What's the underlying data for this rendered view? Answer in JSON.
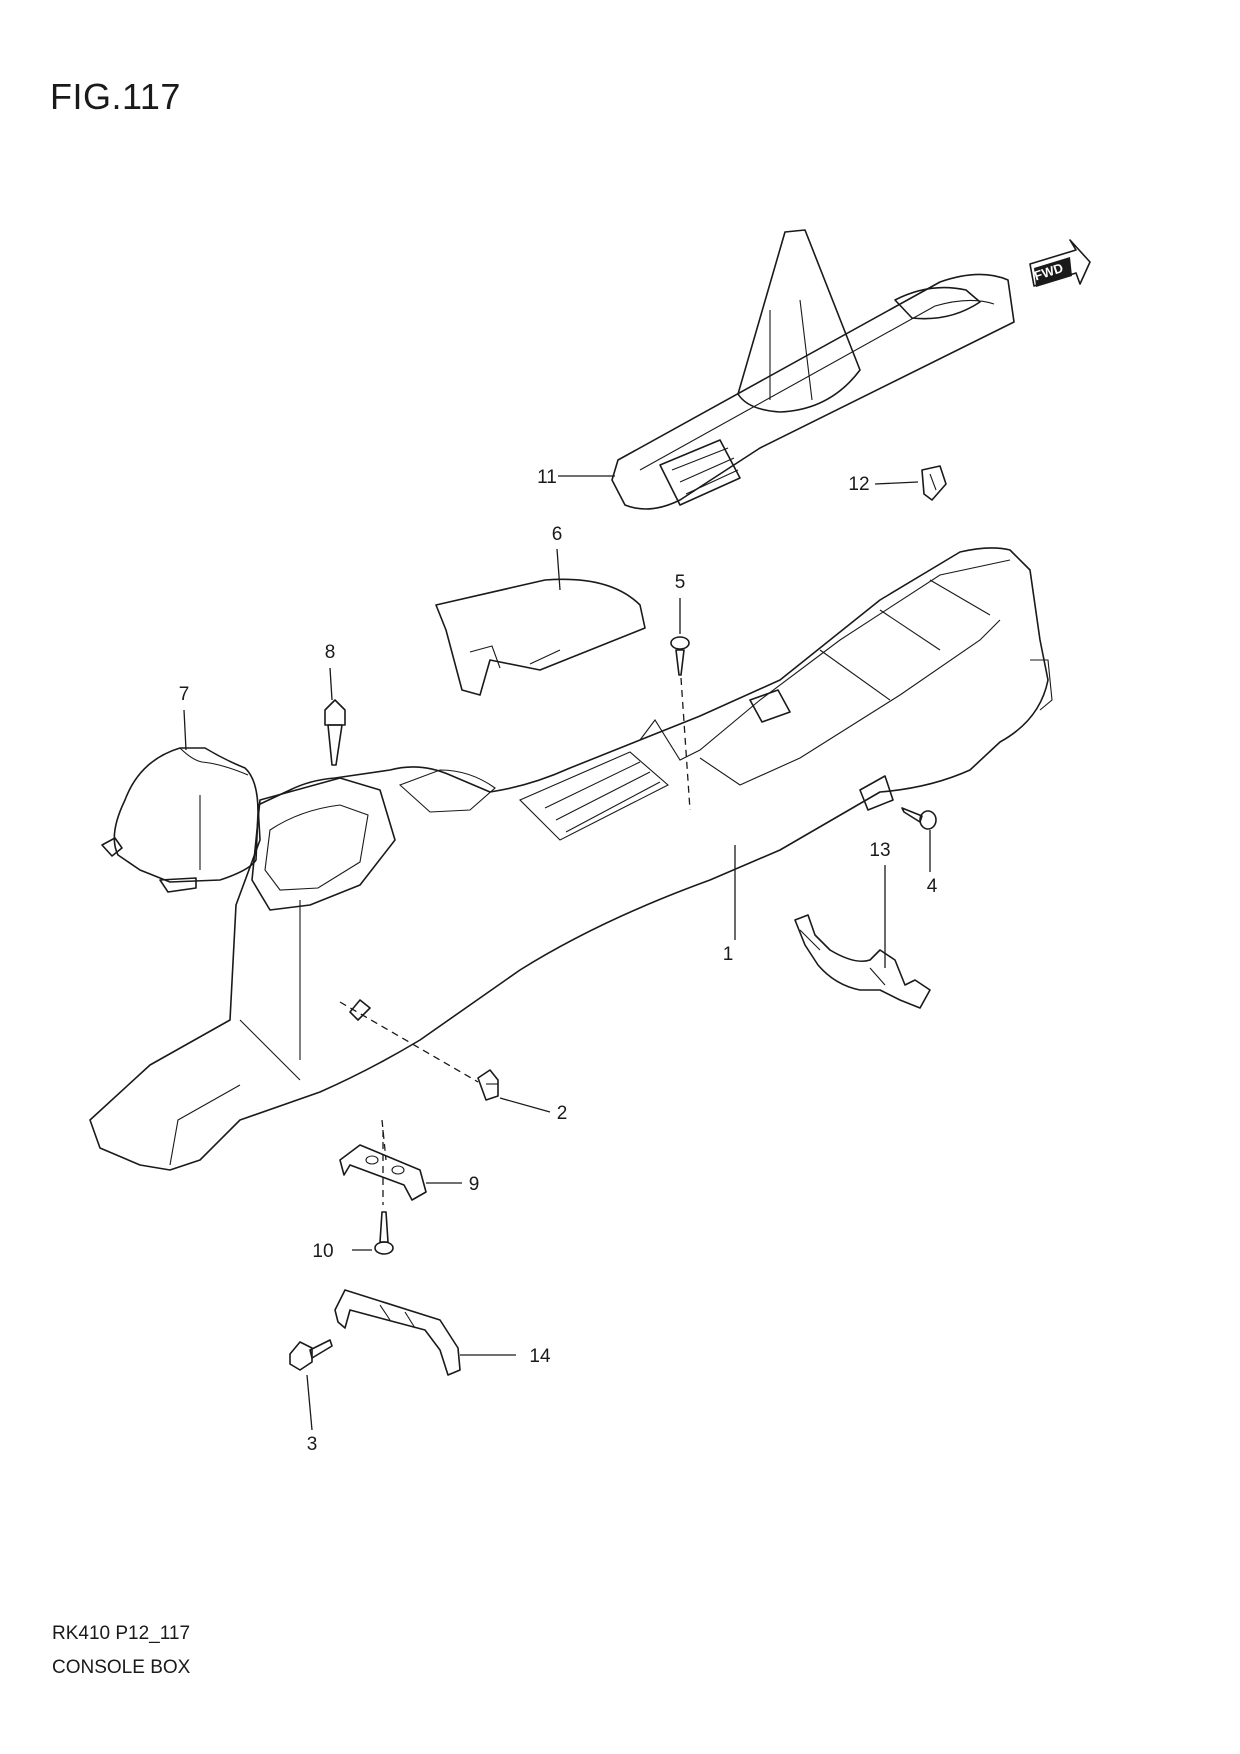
{
  "figure": {
    "title": "FIG.117"
  },
  "direction_badge": {
    "label": "FWD"
  },
  "callouts": [
    {
      "number": "1"
    },
    {
      "number": "2"
    },
    {
      "number": "3"
    },
    {
      "number": "4"
    },
    {
      "number": "5"
    },
    {
      "number": "6"
    },
    {
      "number": "7"
    },
    {
      "number": "8"
    },
    {
      "number": "9"
    },
    {
      "number": "10"
    },
    {
      "number": "11"
    },
    {
      "number": "12"
    },
    {
      "number": "13"
    },
    {
      "number": "14"
    }
  ],
  "footer": {
    "code": "RK410 P12_117",
    "caption": "CONSOLE BOX"
  }
}
